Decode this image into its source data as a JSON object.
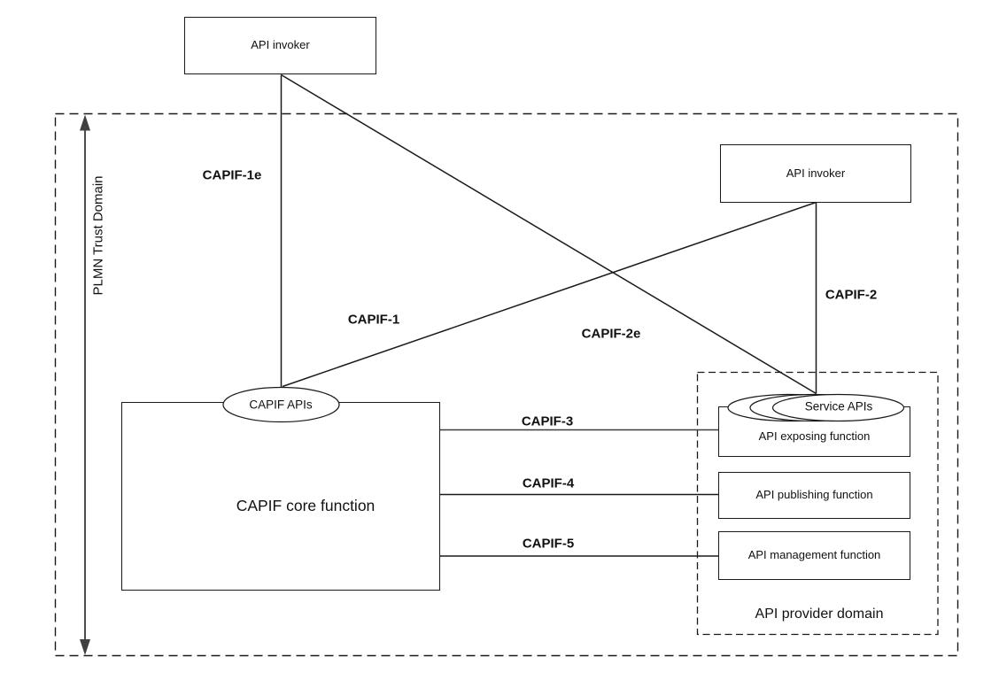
{
  "diagram": {
    "background": "#ffffff",
    "line_color": "#1a1a1a",
    "arrow_color": "#4d4d4d"
  },
  "domains": {
    "plmn_trust": {
      "label": "PLMN Trust Domain"
    },
    "api_provider": {
      "label": "API provider domain"
    }
  },
  "nodes": {
    "api_invoker_external": {
      "label": "API invoker"
    },
    "api_invoker_internal": {
      "label": "API invoker"
    },
    "capif_core_function": {
      "label": "CAPIF core function"
    },
    "capif_apis": {
      "label": "CAPIF APIs"
    },
    "service_apis": {
      "label": "Service APIs"
    },
    "api_exposing_function": {
      "label": "API exposing function"
    },
    "api_publishing_function": {
      "label": "API publishing function"
    },
    "api_management_function": {
      "label": "API management function"
    }
  },
  "interfaces": {
    "capif_1e": {
      "label": "CAPIF-1e"
    },
    "capif_1": {
      "label": "CAPIF-1"
    },
    "capif_2e": {
      "label": "CAPIF-2e"
    },
    "capif_2": {
      "label": "CAPIF-2"
    },
    "capif_3": {
      "label": "CAPIF-3"
    },
    "capif_4": {
      "label": "CAPIF-4"
    },
    "capif_5": {
      "label": "CAPIF-5"
    }
  }
}
